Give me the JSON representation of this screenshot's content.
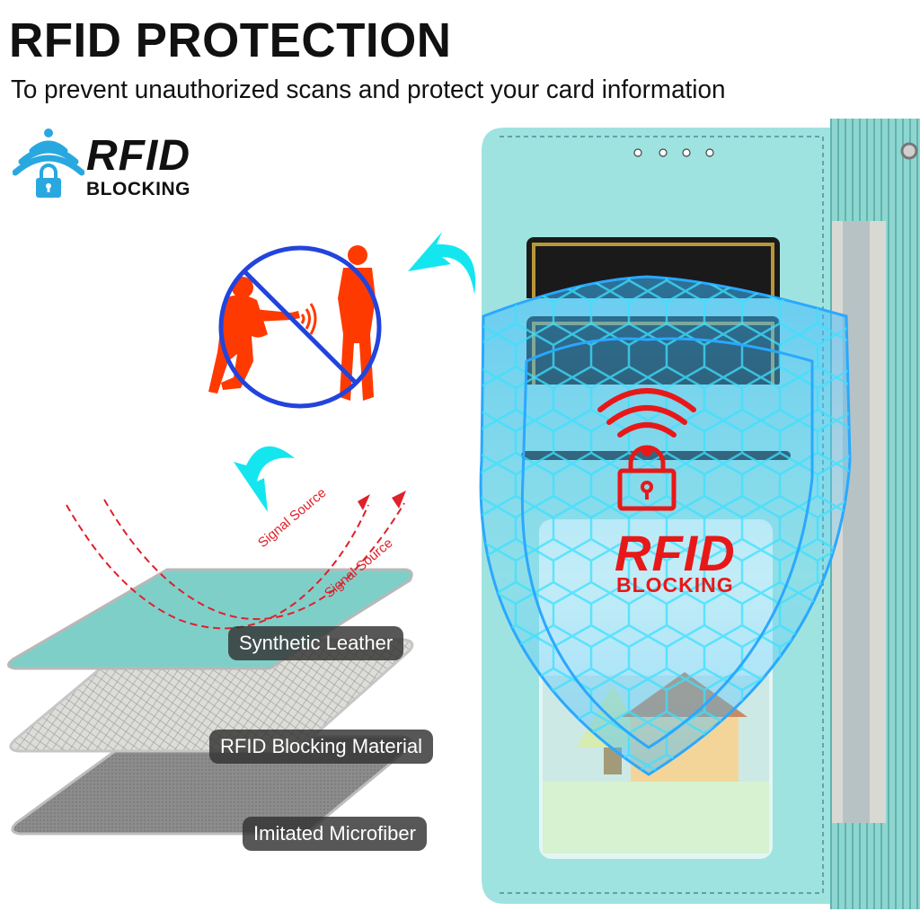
{
  "header": {
    "title": "RFID PROTECTION",
    "subtitle": "To prevent unauthorized scans and protect your card information"
  },
  "badge": {
    "line1": "RFID",
    "line2": "BLOCKING",
    "icon": "wifi-lock-icon",
    "color": "#29a8e0"
  },
  "prohibition": {
    "icon": "no-skimming-icon",
    "figure_color": "#ff3a00",
    "circle_color": "#2244dd"
  },
  "layers": {
    "signal_labels": [
      "Signal Source",
      "Signal Source"
    ],
    "items": [
      {
        "label": "Synthetic Leather",
        "color": "#7fcfc9"
      },
      {
        "label": "RFID Blocking Material",
        "color": "#d8d8d8"
      },
      {
        "label": "Imitated Microfiber",
        "color": "#8a8a8a"
      }
    ]
  },
  "wallet": {
    "color": "#9fe3e0",
    "shield_label_line1": "RFID",
    "shield_label_line2": "BLOCKING",
    "accent_red": "#e81818",
    "arrow_color": "#14e6f0"
  }
}
